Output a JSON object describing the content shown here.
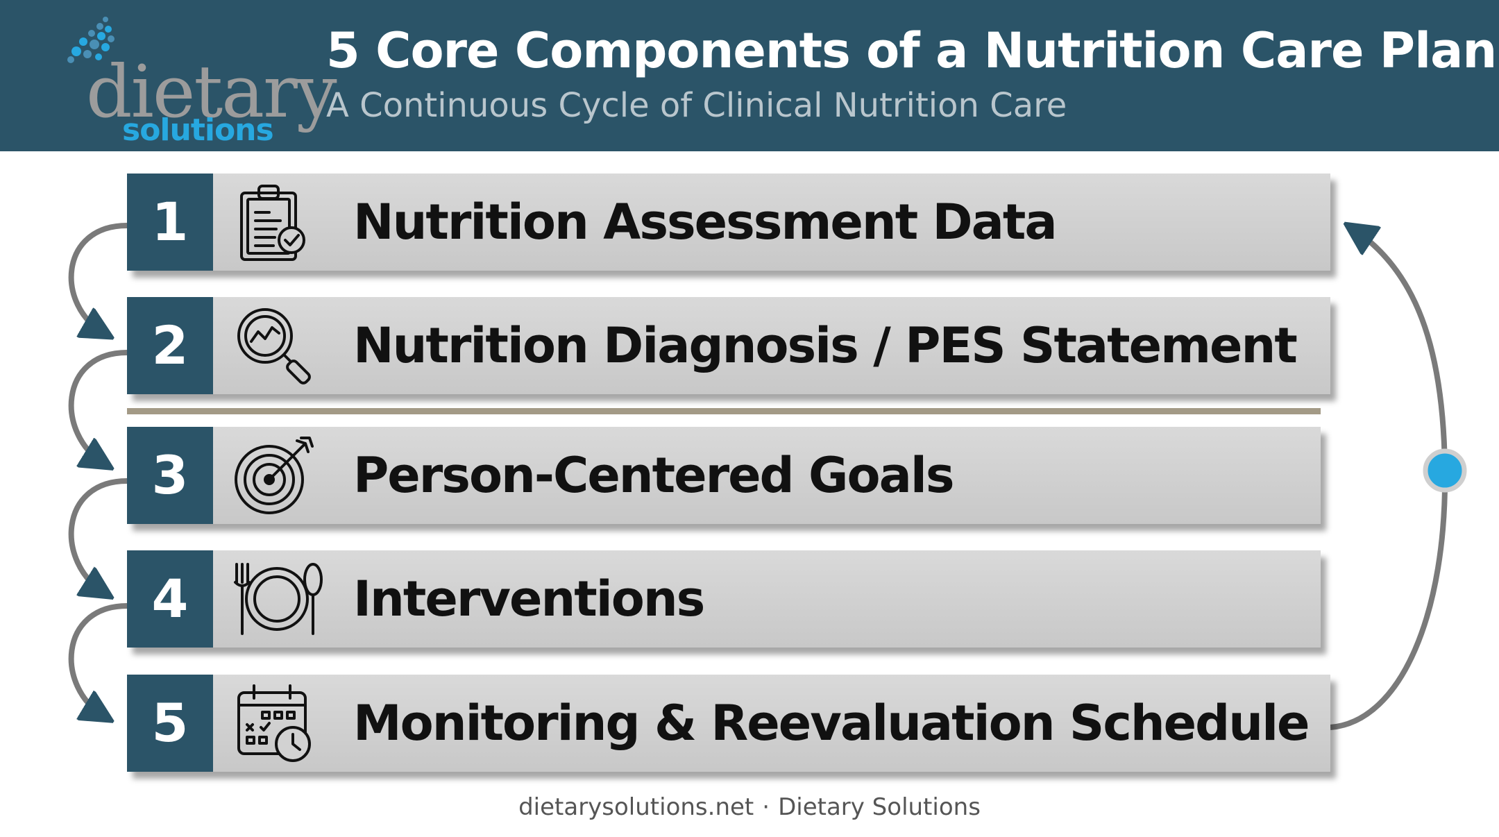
{
  "header": {
    "logo": {
      "word": "dietary",
      "sub": "solutions"
    },
    "title": "5 Core Components of a Nutrition Care Plan",
    "subtitle": "A Continuous Cycle of Clinical Nutrition Care"
  },
  "steps": [
    {
      "number": "1",
      "label": "Nutrition Assessment Data",
      "icon": "clipboard-check-icon"
    },
    {
      "number": "2",
      "label": "Nutrition Diagnosis / PES Statement",
      "icon": "magnifier-chart-icon"
    },
    {
      "number": "3",
      "label": "Person-Centered Goals",
      "icon": "target-arrow-icon"
    },
    {
      "number": "4",
      "label": "Interventions",
      "icon": "plate-fork-spoon-icon"
    },
    {
      "number": "5",
      "label": "Monitoring & Reevaluation Schedule",
      "icon": "calendar-clock-icon"
    }
  ],
  "footer": {
    "site": "dietarysolutions.net",
    "separator": "·",
    "company": "Dietary Solutions"
  },
  "colors": {
    "header": "#2b5468",
    "number_box": "#2b5468",
    "step_bg": "#d2d2d2",
    "accent_dot": "#27a8e0",
    "divider": "#a39a86",
    "arrow": "#7a7a7a"
  }
}
